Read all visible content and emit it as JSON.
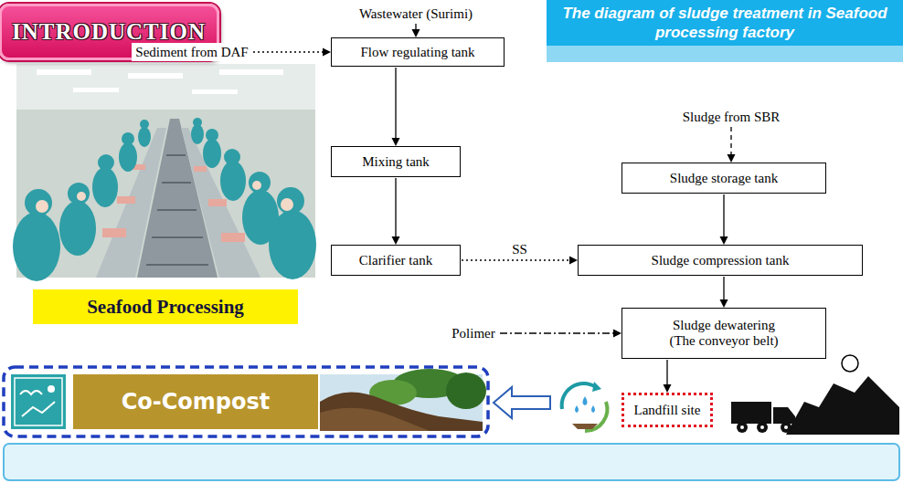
{
  "diagram": {
    "title": "The diagram of sludge treatment in Seafood processing factory",
    "nodes": [
      {
        "text": [
          "INTRODUCTION"
        ]
      },
      {
        "text": [
          "Wastewater (Surimi)"
        ]
      },
      {
        "text": [
          "Sediment from DAF"
        ]
      },
      {
        "text": [
          "Flow regulating tank"
        ]
      },
      {
        "text": [
          "Mixing tank"
        ]
      },
      {
        "text": [
          "Clarifier tank"
        ]
      },
      {
        "text": [
          "Sludge from SBR"
        ]
      },
      {
        "text": [
          "Sludge storage tank"
        ]
      },
      {
        "text": [
          "Sludge compression tank"
        ]
      },
      {
        "text": [
          "Polimer"
        ]
      },
      {
        "text": [
          "Sludge dewatering",
          "(The conveyor belt)"
        ]
      },
      {
        "text": [
          "Landfill site"
        ]
      },
      {
        "text": [
          "Seafood Processing"
        ]
      },
      {
        "text": [
          "Co-Compost"
        ]
      }
    ],
    "edges": [
      {
        "from": 1,
        "to": 3,
        "arrow": "to"
      },
      {
        "from": 2,
        "to": 3,
        "arrow": "to"
      },
      {
        "from": 3,
        "to": 4,
        "arrow": "to"
      },
      {
        "from": 4,
        "to": 5,
        "arrow": "to"
      },
      {
        "from": 5,
        "to": 8,
        "label": "SS",
        "arrow": "to"
      },
      {
        "from": 6,
        "to": 7,
        "arrow": "to"
      },
      {
        "from": 7,
        "to": 8,
        "arrow": "to"
      },
      {
        "from": 8,
        "to": 10,
        "arrow": "to"
      },
      {
        "from": 9,
        "to": 10,
        "arrow": "to"
      },
      {
        "from": 10,
        "to": 11,
        "arrow": "to"
      }
    ]
  }
}
